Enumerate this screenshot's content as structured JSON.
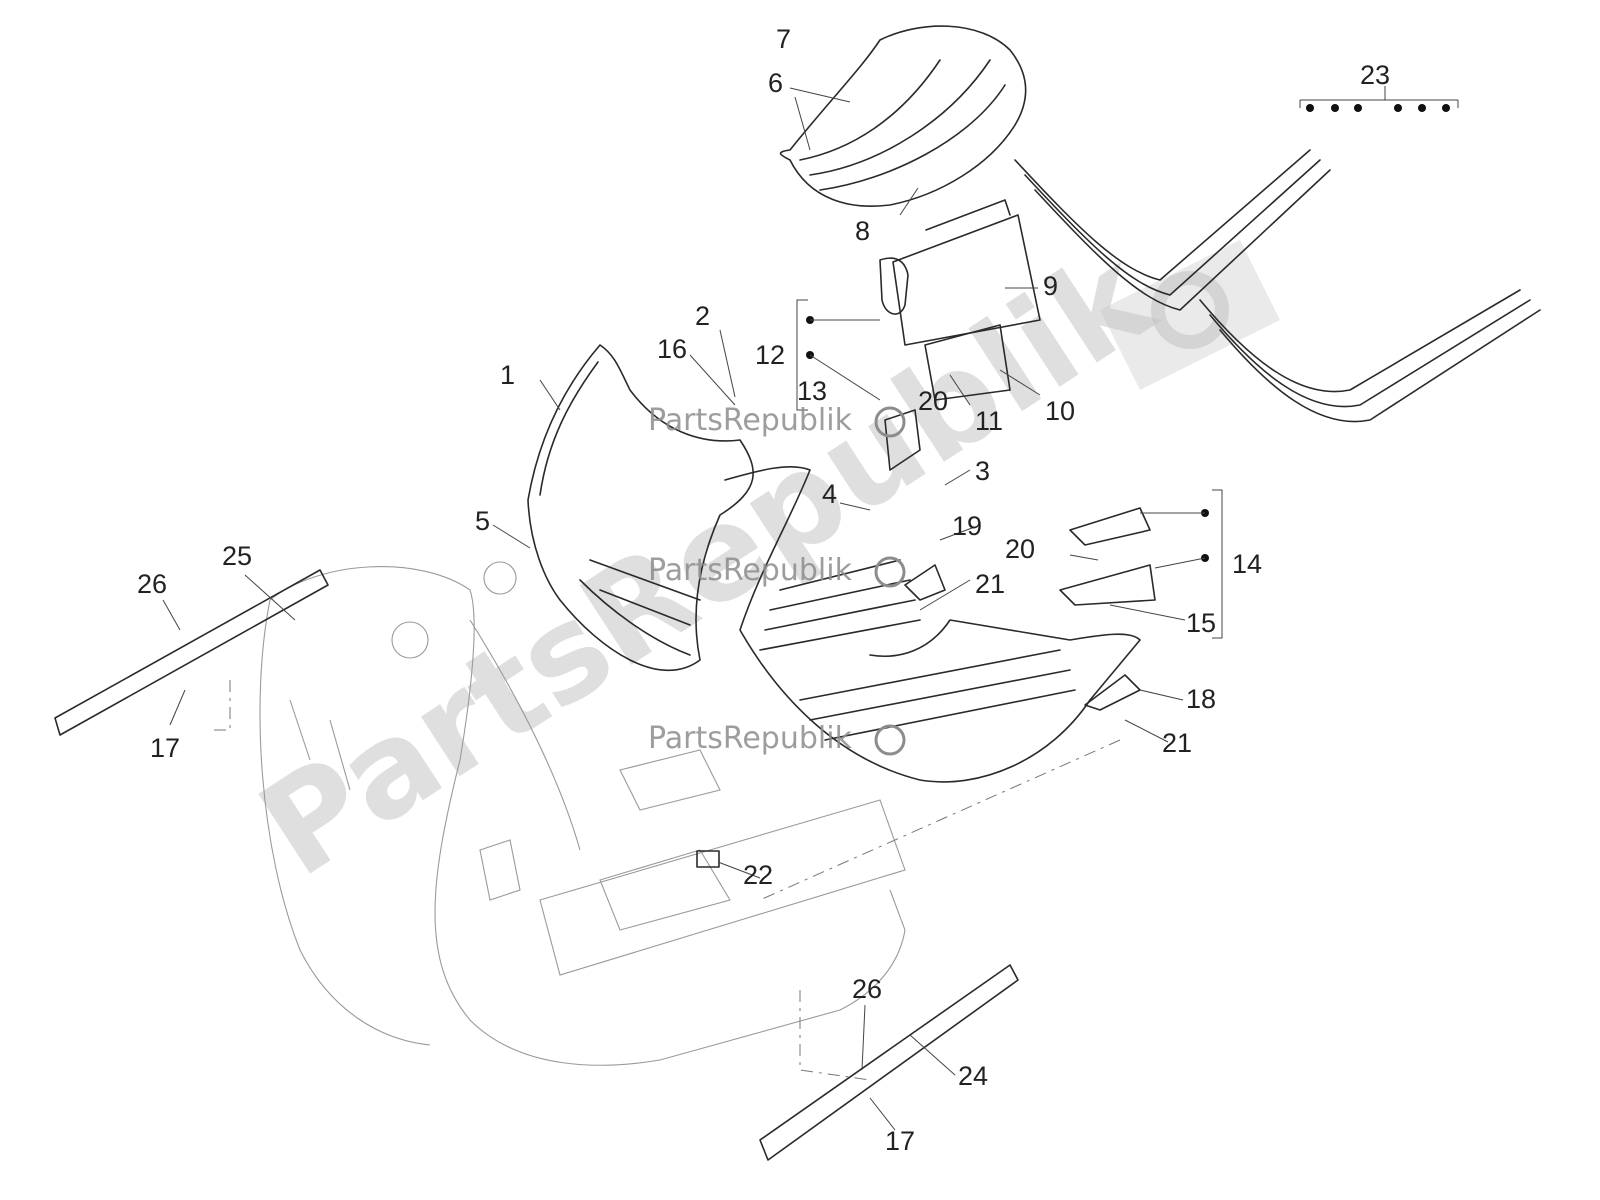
{
  "callouts": {
    "c1": "1",
    "c2": "2",
    "c3": "3",
    "c4": "4",
    "c5": "5",
    "c6": "6",
    "c7": "7",
    "c8": "8",
    "c9": "9",
    "c10": "10",
    "c11": "11",
    "c12": "12",
    "c13": "13",
    "c14": "14",
    "c15": "15",
    "c16": "16",
    "c17a": "17",
    "c17b": "17",
    "c18": "18",
    "c19": "19",
    "c20a": "20",
    "c20b": "20",
    "c21a": "21",
    "c21b": "21",
    "c22": "22",
    "c23": "23",
    "c24": "24",
    "c25": "25",
    "c26a": "26",
    "c26b": "26"
  },
  "watermark": {
    "big": "PartsRepublik",
    "small": "PartsRepublik",
    "logo_icon": "gear-icon"
  }
}
